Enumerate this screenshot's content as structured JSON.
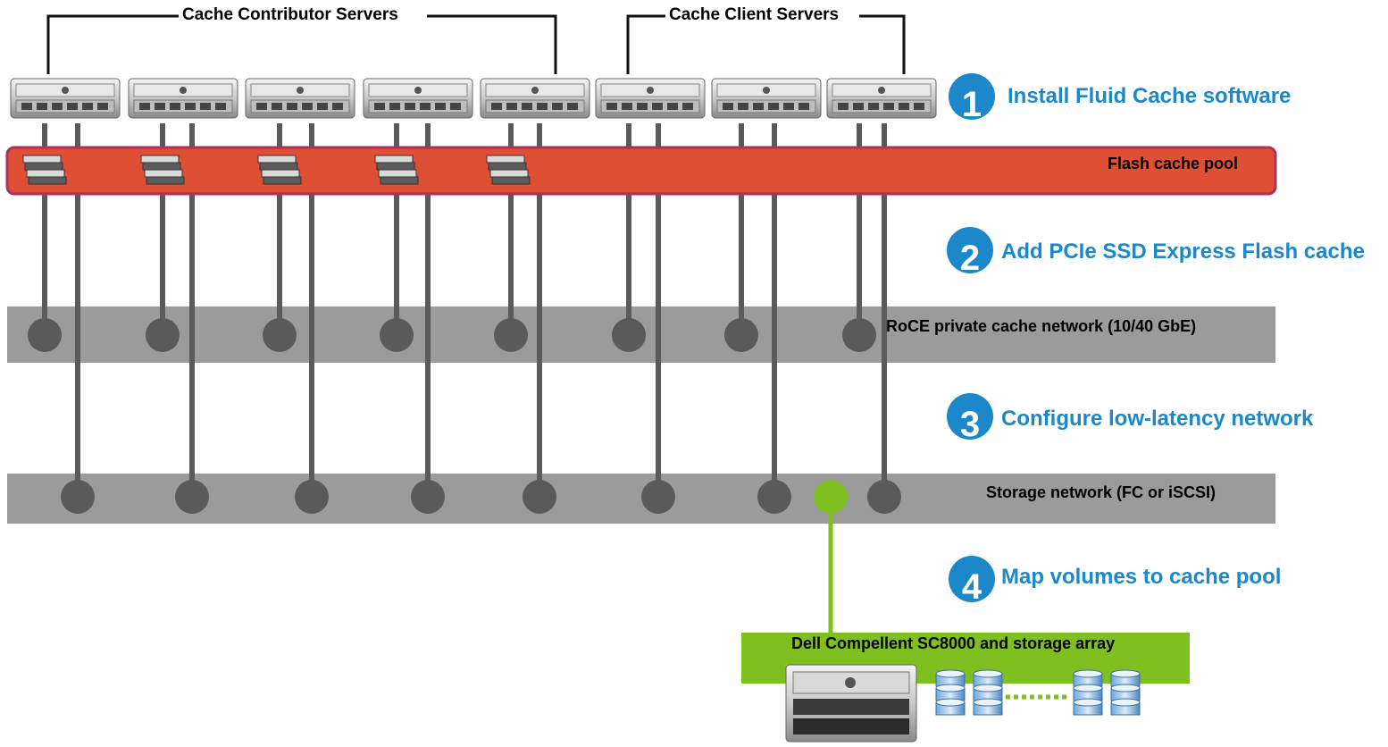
{
  "groups": {
    "contributor_label": "Cache Contributor Servers",
    "client_label": "Cache Client Servers"
  },
  "bars": {
    "flash_pool": "Flash cache pool",
    "roce_network": "RoCE private cache network (10/40 GbE)",
    "storage_network": "Storage network (FC or iSCSI)",
    "storage_array": "Dell Compellent SC8000 and storage array"
  },
  "steps": [
    {
      "number": "1",
      "text": "Install Fluid Cache software"
    },
    {
      "number": "2",
      "text": "Add PCIe SSD Express Flash cache"
    },
    {
      "number": "3",
      "text": "Configure low-latency network"
    },
    {
      "number": "4",
      "text": "Map volumes to cache pool"
    }
  ],
  "colors": {
    "flash_pool": "#de4f33",
    "flash_pool_border": "#b0305c",
    "network_bar": "#9b9b9b",
    "connector": "#5a5a5a",
    "storage_green": "#7fbf1f",
    "step_blue": "#1c87c9"
  },
  "counts": {
    "contributor_servers": 5,
    "client_servers": 3
  }
}
